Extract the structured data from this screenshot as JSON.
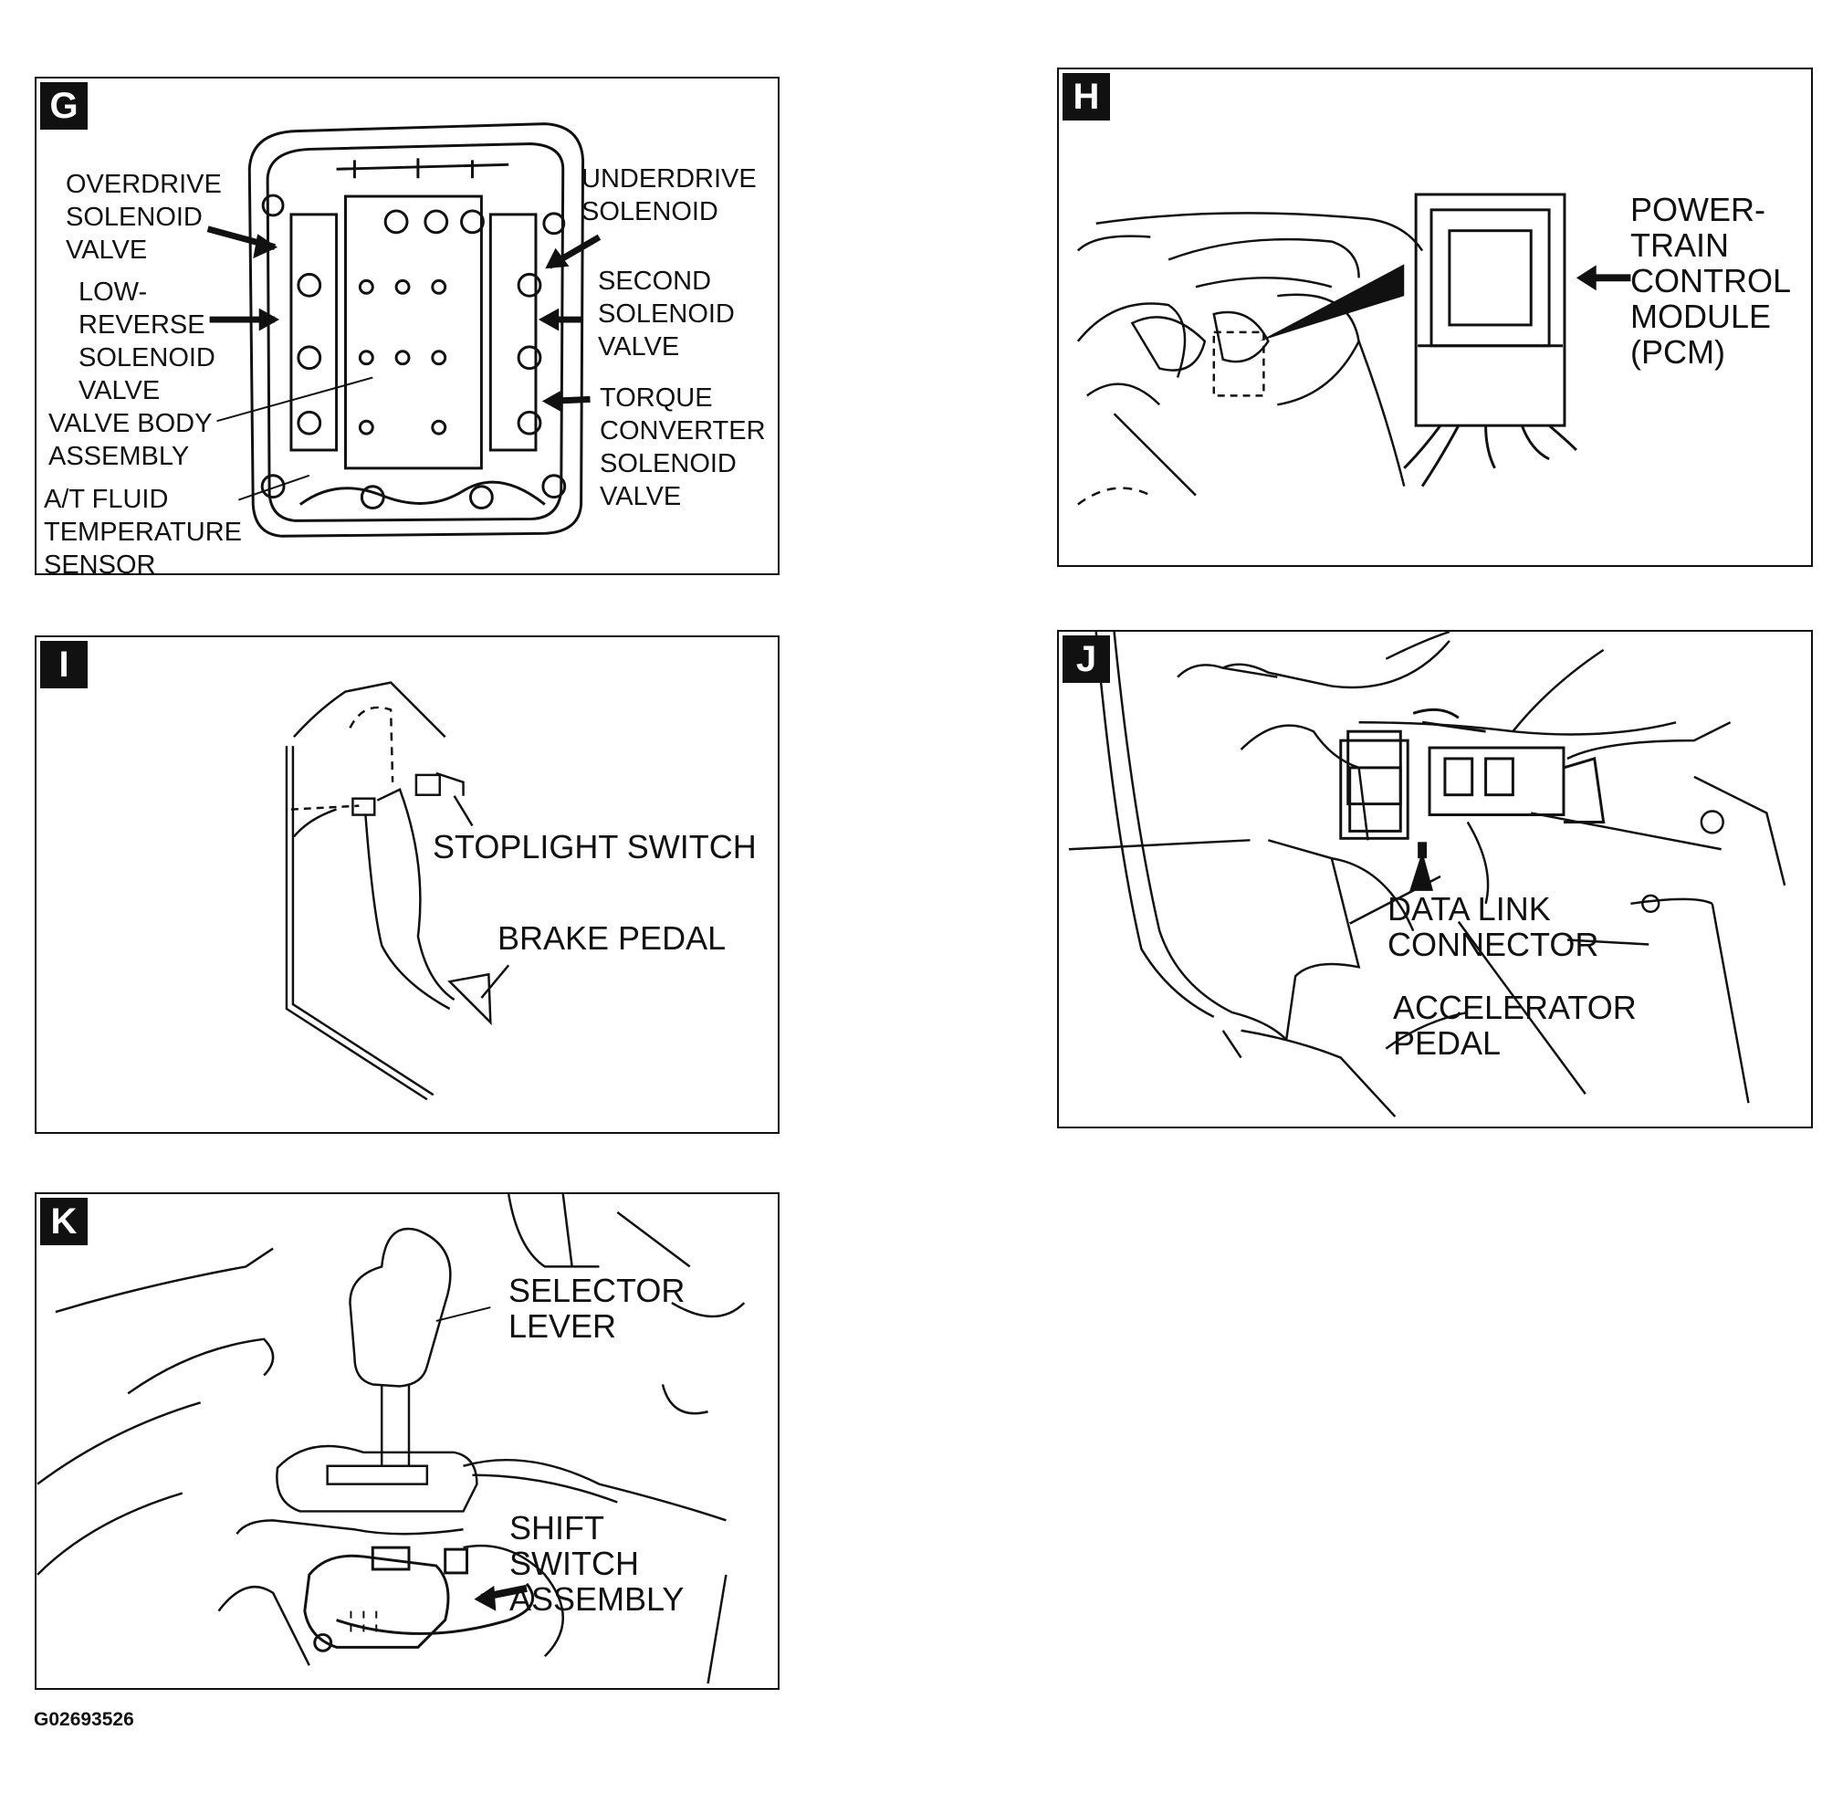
{
  "figure_id": "G02693526",
  "panels": {
    "g": {
      "letter": "G",
      "labels": {
        "overdrive": "OVERDRIVE\nSOLENOID\nVALVE",
        "underdrive": "UNDERDRIVE\nSOLENOID",
        "low_reverse": "LOW-\nREVERSE\nSOLENOID\nVALVE",
        "second": "SECOND\nSOLENOID\nVALVE",
        "valve_body": "VALVE BODY\nASSEMBLY",
        "torque": "TORQUE\nCONVERTER\nSOLENOID\nVALVE",
        "fluid_temp": "A/T FLUID\nTEMPERATURE\nSENSOR"
      }
    },
    "h": {
      "letter": "H",
      "labels": {
        "pcm": "POWER-\nTRAIN\nCONTROL\nMODULE\n(PCM)"
      }
    },
    "i": {
      "letter": "I",
      "labels": {
        "stoplight": "STOPLIGHT SWITCH",
        "brake": "BRAKE PEDAL"
      }
    },
    "j": {
      "letter": "J",
      "labels": {
        "dlc": "DATA LINK\nCONNECTOR",
        "accel": "ACCELERATOR\nPEDAL"
      }
    },
    "k": {
      "letter": "K",
      "labels": {
        "selector": "SELECTOR\nLEVER",
        "shift": "SHIFT\nSWITCH\nASSEMBLY"
      }
    }
  }
}
